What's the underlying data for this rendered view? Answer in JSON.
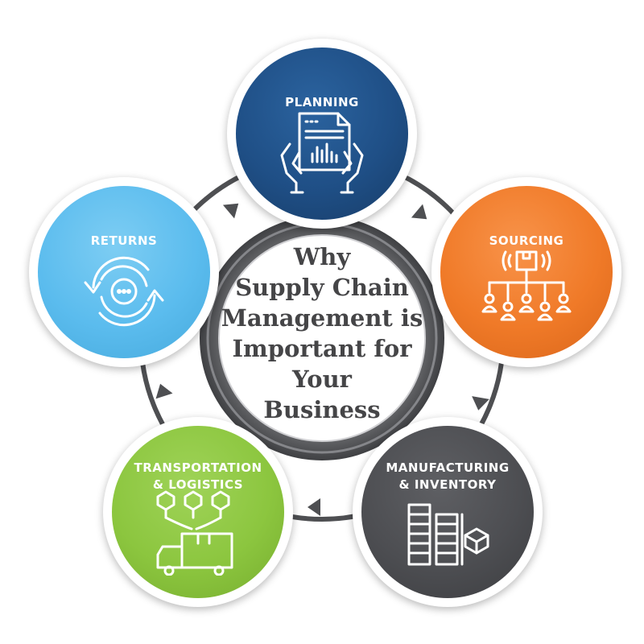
{
  "center": {
    "lines": [
      "Why",
      "Supply Chain",
      "Management is",
      "Important for",
      "Your",
      "Business"
    ]
  },
  "nodes": {
    "planning": {
      "lines": [
        "PLANNING"
      ],
      "color": "#1f4f86",
      "icon": "document-chart-hands-icon"
    },
    "sourcing": {
      "lines": [
        "SOURCING"
      ],
      "color": "#f07a28",
      "icon": "package-distribution-icon"
    },
    "manufacturing": {
      "lines": [
        "MANUFACTURING",
        "& INVENTORY"
      ],
      "color": "#4d4e52",
      "icon": "shelves-box-icon"
    },
    "transportation": {
      "lines": [
        "TRANSPORTATION",
        "& LOGISTICS"
      ],
      "color": "#8cc63f",
      "icon": "delivery-truck-icon"
    },
    "returns": {
      "lines": [
        "RETURNS"
      ],
      "color": "#5bbcee",
      "icon": "cycle-arrows-icon"
    }
  },
  "colors": {
    "ring": "#4e4f52",
    "center_text": "#454547"
  }
}
